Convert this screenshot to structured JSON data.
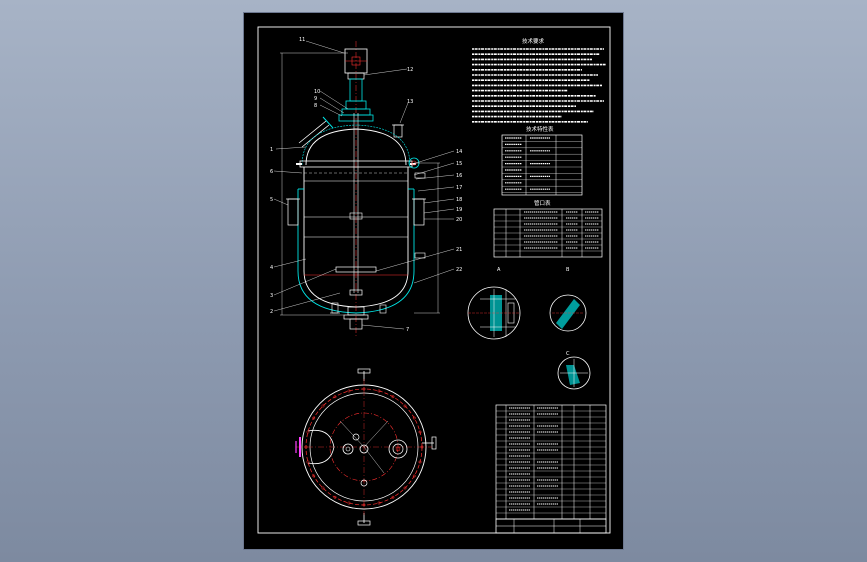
{
  "drawing": {
    "title": "技术要求",
    "table_titles": [
      "技术特性表",
      "管口表"
    ],
    "view_labels": [
      "A",
      "B",
      "C"
    ],
    "part_numbers_left": [
      "1",
      "2",
      "3",
      "4",
      "5",
      "6",
      "7",
      "8",
      "9",
      "10"
    ],
    "part_numbers_right": [
      "11",
      "12",
      "13",
      "14",
      "15",
      "16",
      "17",
      "18",
      "19",
      "20",
      "21",
      "22"
    ],
    "colors": {
      "background": "#000000",
      "frame": "#ffffff",
      "vessel": "#ffffff",
      "jacket": "#00e5e5",
      "centerline": "#ff3030",
      "flange_bolts": "#ff3030",
      "nozzle_magenta": "#ff40ff"
    },
    "icons": [
      "agitator-motor-icon",
      "reactor-vessel-icon",
      "bolt-circle-icon"
    ]
  }
}
